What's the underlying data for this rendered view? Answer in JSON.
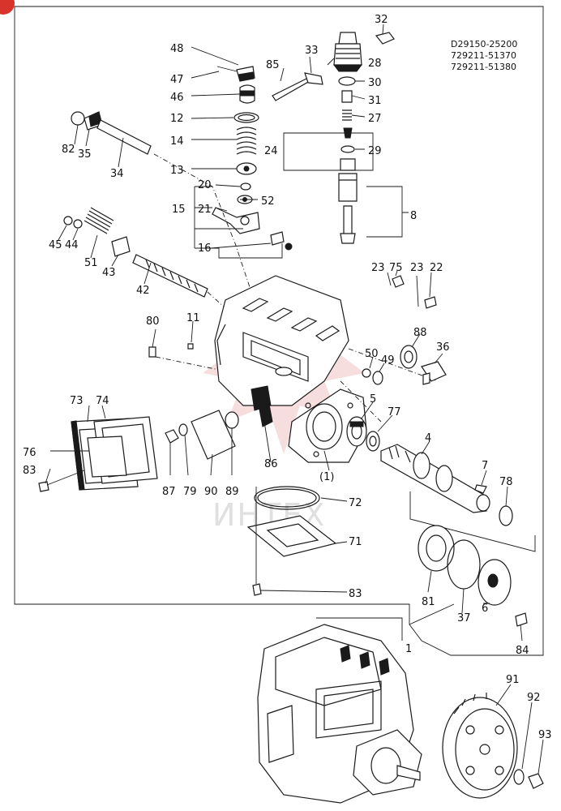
{
  "part_codes": [
    "D29150-25200",
    "729211-51370",
    "729211-51380"
  ],
  "watermark": "ИНТЕХ",
  "corner_badge": "",
  "callouts": [
    "48",
    "47",
    "46",
    "12",
    "14",
    "13",
    "20",
    "21",
    "15",
    "16",
    "52",
    "85",
    "33",
    "32",
    "28",
    "30",
    "31",
    "27",
    "24",
    "29",
    "8",
    "82",
    "35",
    "34",
    "45",
    "44",
    "51",
    "43",
    "42",
    "80",
    "11",
    "23",
    "75",
    "23",
    "22",
    "88",
    "36",
    "50",
    "49",
    "5",
    "77",
    "4",
    "7",
    "78",
    "73",
    "74",
    "76",
    "83",
    "87",
    "79",
    "90",
    "89",
    "86",
    "(1)",
    "72",
    "71",
    "83",
    "81",
    "37",
    "6",
    "84",
    "1",
    "91",
    "92",
    "93"
  ],
  "colors": {
    "ink": "#1a1a1a",
    "watermark": "#e8a0a0",
    "badge": "#d9342b"
  }
}
